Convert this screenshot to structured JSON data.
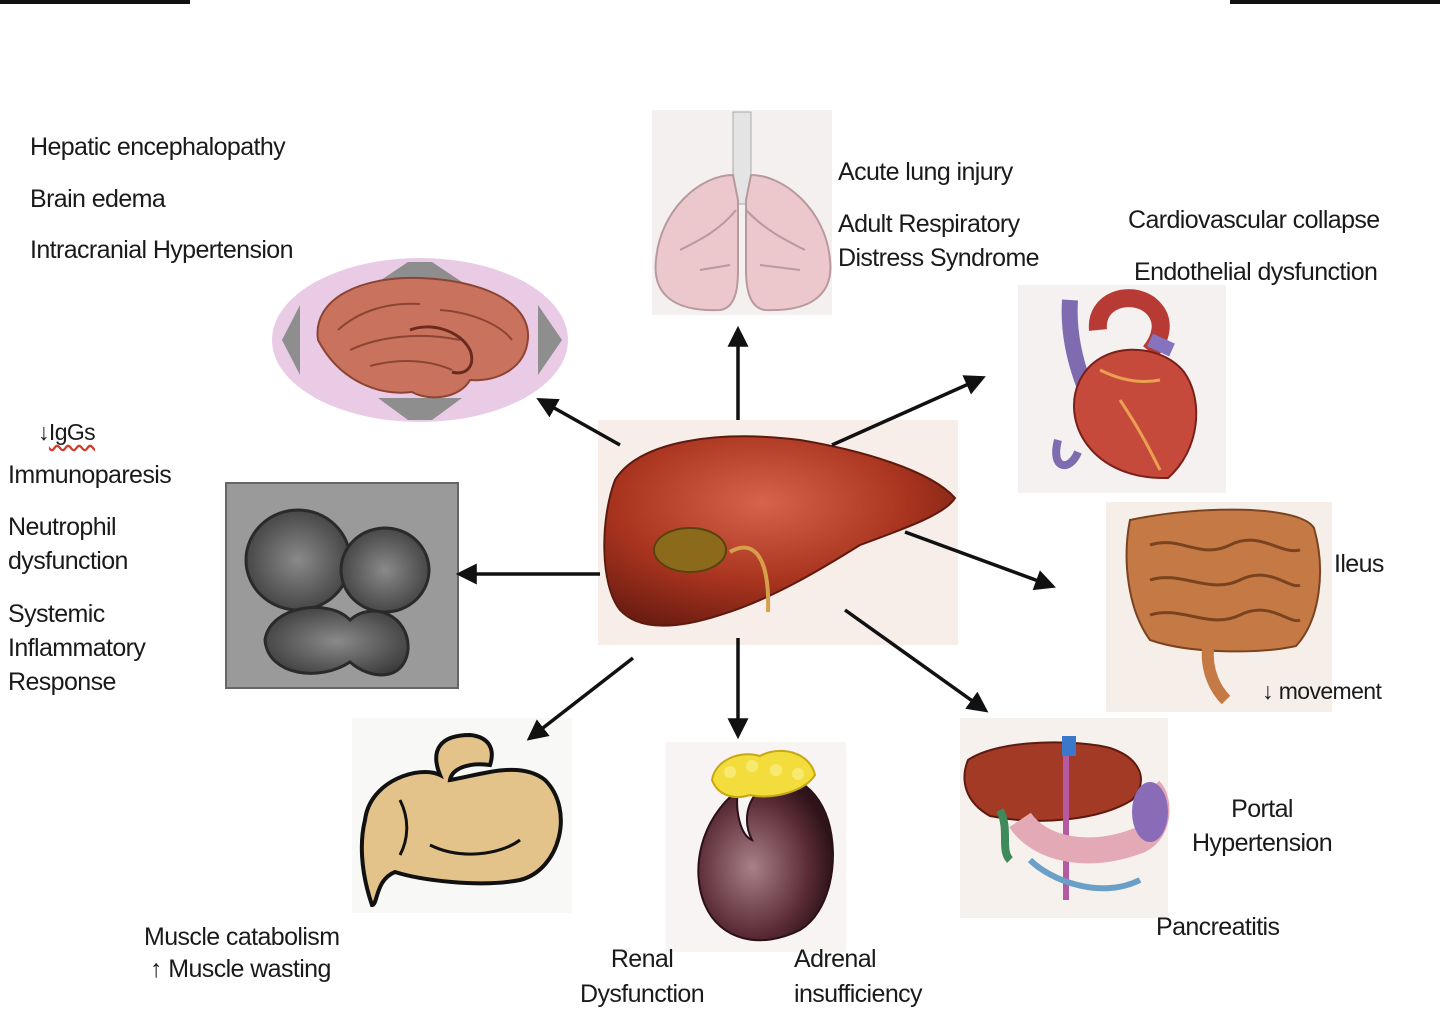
{
  "brain_effects": [
    "Hepatic encephalopathy",
    "Brain edema",
    "Intracranial Hypertension"
  ],
  "lung_effects": [
    "Acute lung injury",
    "Adult Respiratory",
    "Distress Syndrome"
  ],
  "heart_effects": [
    "Cardiovascular collapse",
    "Endothelial dysfunction"
  ],
  "immune": {
    "igg": "IgGs",
    "igg_arrow": "↓",
    "lines": [
      "Immunoparesis",
      "Neutrophil",
      "dysfunction",
      "Systemic",
      "Inflammatory",
      "Response"
    ]
  },
  "intestine": {
    "ileus": "Ileus",
    "movement_arrow": "↓",
    "movement": "movement"
  },
  "pancreas_effects": [
    "Portal",
    "Hypertension",
    "Pancreatitis"
  ],
  "kidney_effects": {
    "renal": [
      "Renal",
      "Dysfunction"
    ],
    "adrenal": [
      "Adrenal",
      "insufficiency"
    ]
  },
  "muscle": {
    "catabolism": "Muscle catabolism",
    "wasting_arrow": "↑",
    "wasting": "Muscle wasting"
  },
  "colors": {
    "liver": "#9c2f1f",
    "liver_light": "#c24a33",
    "brain": "#c9735e",
    "brain_halo": "#e9cbe6",
    "lung": "#ecc8cc",
    "muscle": "#e3c38a",
    "kidney": "#5a2b35",
    "adrenal": "#f2dd3c",
    "arrow": "#111111"
  }
}
